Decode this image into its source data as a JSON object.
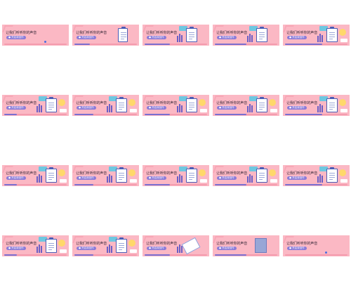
{
  "banner": {
    "headline": "让我们听听你的声音",
    "button_label": "● 开启深创作",
    "colors": {
      "background": "#fbb8c4",
      "accent": "#8a7bd8",
      "clipboard": "#4a5bb5",
      "sun": "#ffd86a"
    }
  },
  "frames": [
    {
      "variant": "plain",
      "progress": 0.0
    },
    {
      "variant": "clipboard-small",
      "progress": 0.25
    },
    {
      "variant": "clipboard-screen",
      "progress": 0.4
    },
    {
      "variant": "clipboard-screen",
      "progress": 0.5
    },
    {
      "variant": "full",
      "progress": 0.6
    },
    {
      "variant": "full",
      "progress": 0.2
    },
    {
      "variant": "full",
      "progress": 0.3
    },
    {
      "variant": "full",
      "progress": 0.4
    },
    {
      "variant": "full",
      "progress": 0.5
    },
    {
      "variant": "full",
      "progress": 0.6
    },
    {
      "variant": "full",
      "progress": 0.2
    },
    {
      "variant": "full",
      "progress": 0.3
    },
    {
      "variant": "full",
      "progress": 0.4
    },
    {
      "variant": "full",
      "progress": 0.5
    },
    {
      "variant": "full",
      "progress": 0.6
    },
    {
      "variant": "full",
      "progress": 0.2
    },
    {
      "variant": "full",
      "progress": 0.3
    },
    {
      "variant": "laptop",
      "progress": 0.4
    },
    {
      "variant": "bigcard",
      "progress": 0.5
    },
    {
      "variant": "plain",
      "progress": 0.0
    }
  ]
}
